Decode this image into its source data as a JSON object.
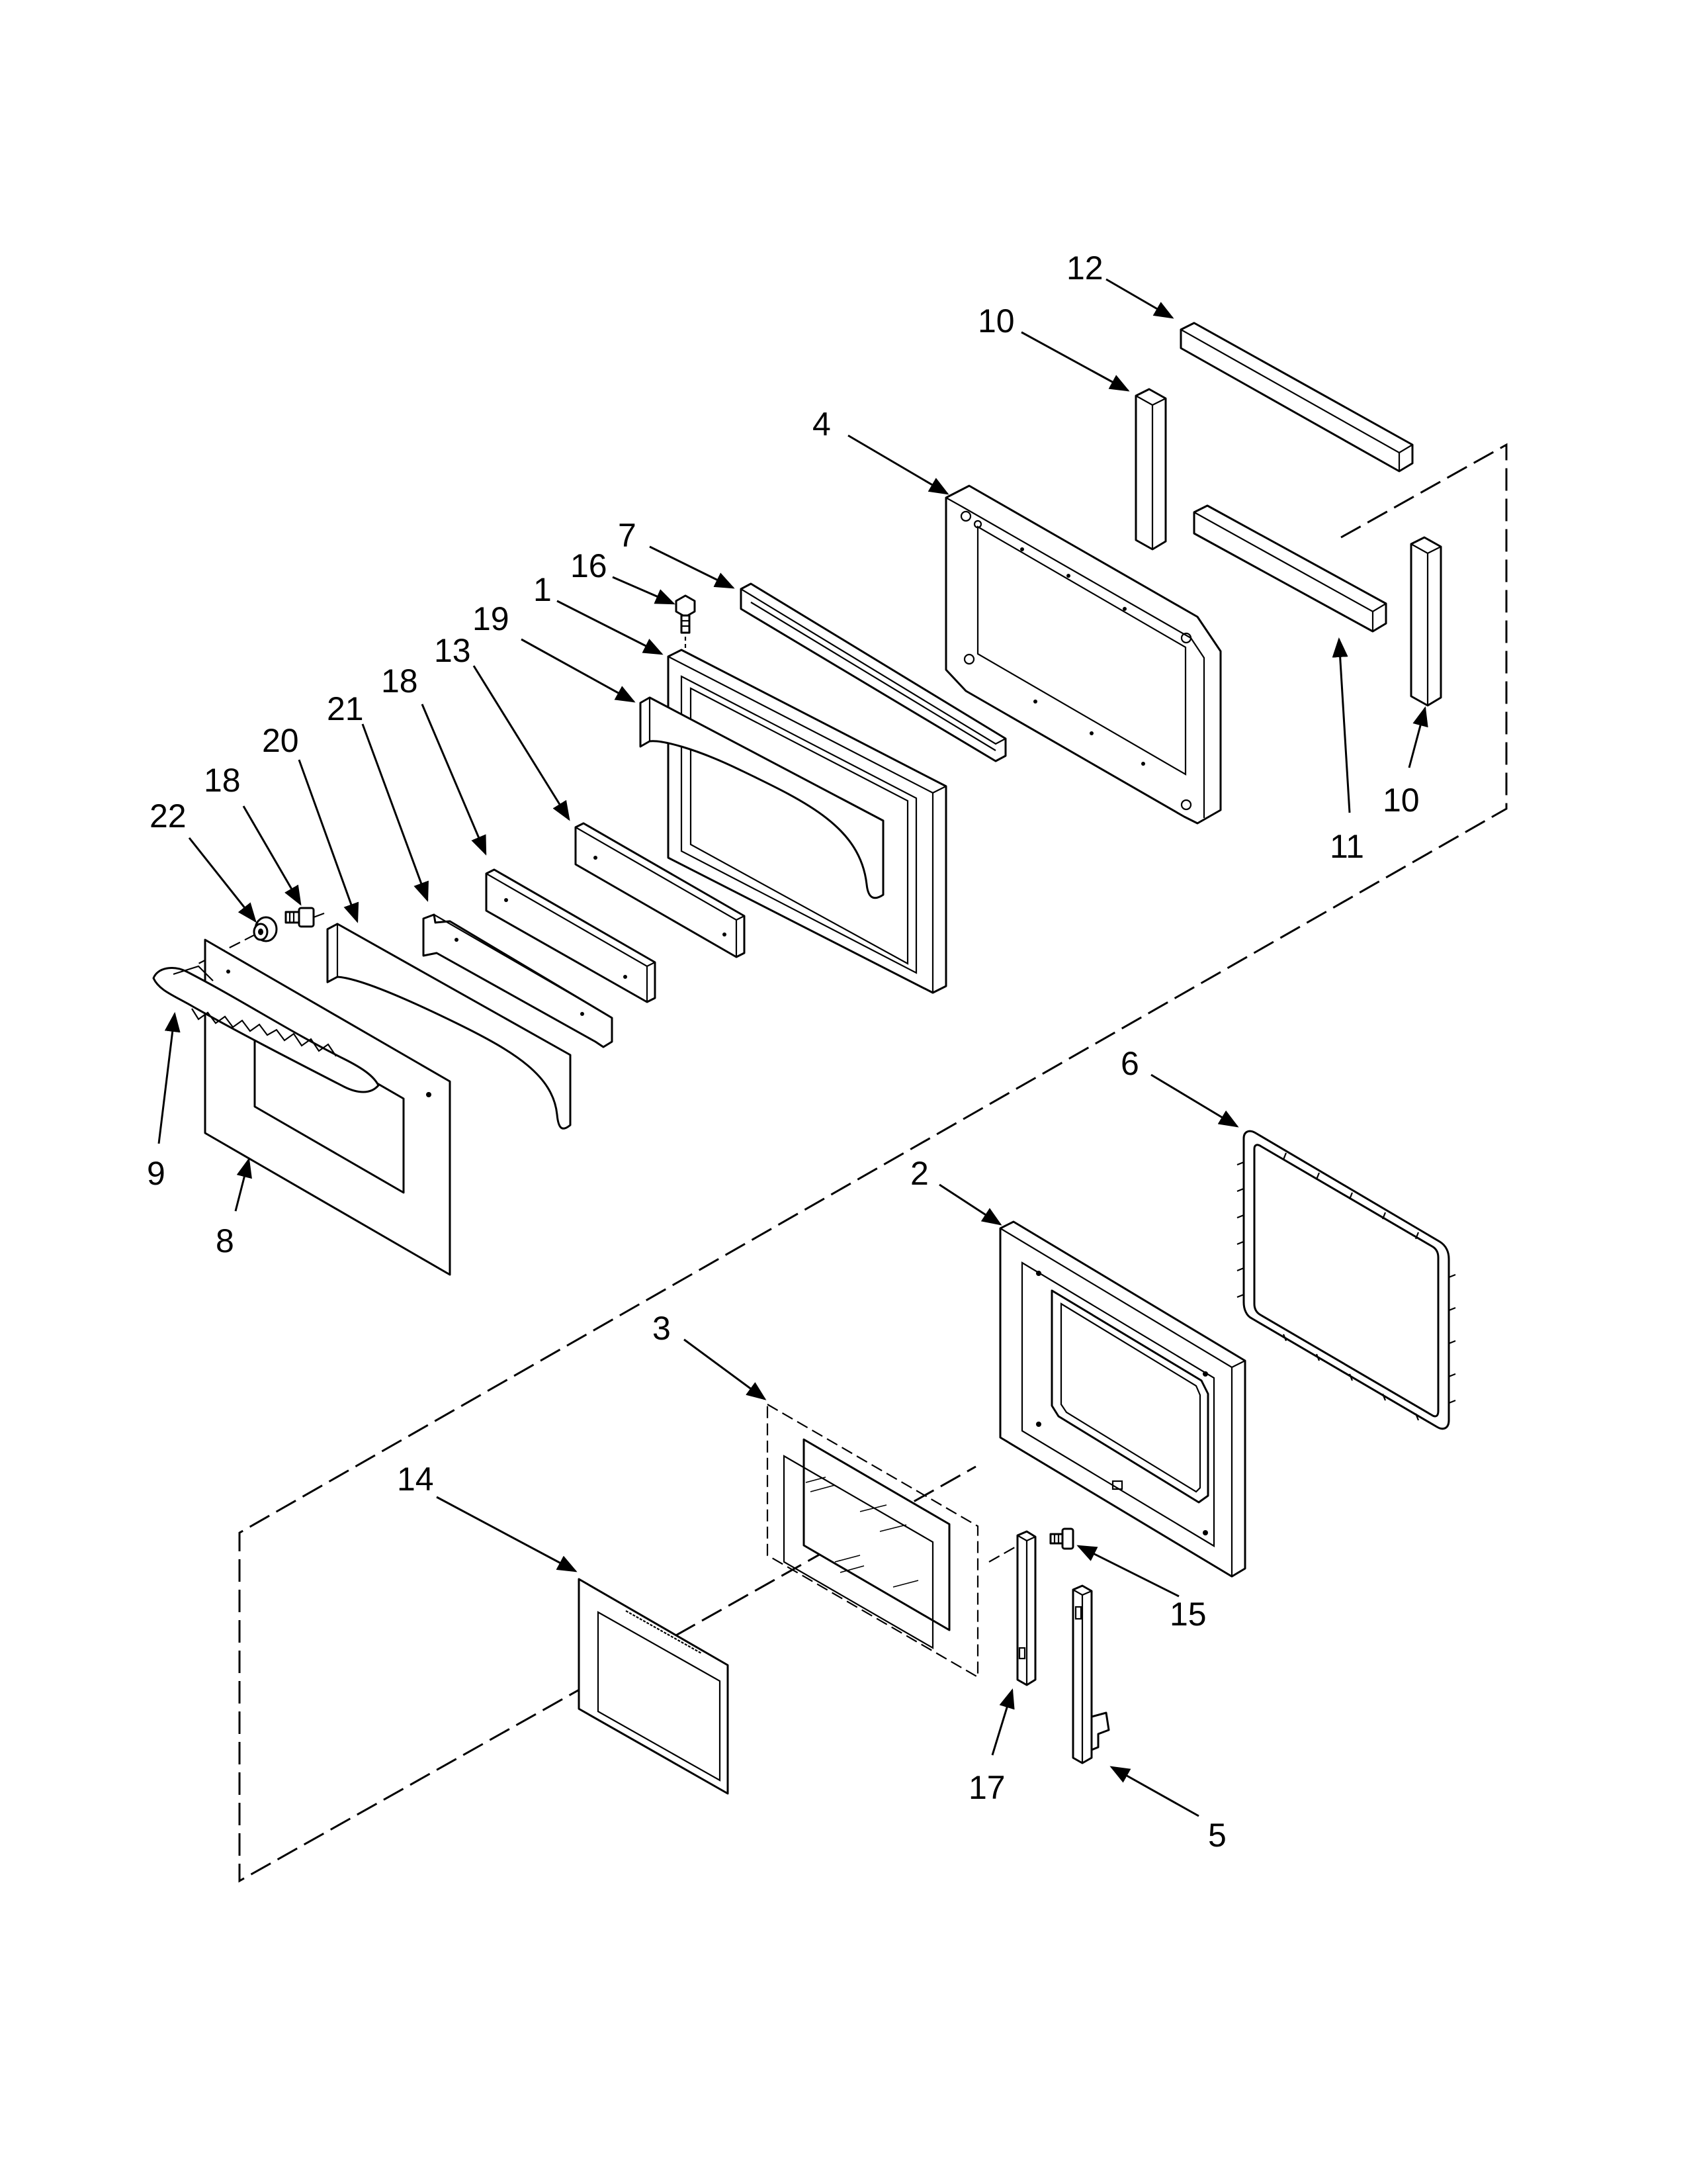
{
  "callouts": [
    {
      "id": "12"
    },
    {
      "id": "10"
    },
    {
      "id": "4"
    },
    {
      "id": "7"
    },
    {
      "id": "16"
    },
    {
      "id": "1"
    },
    {
      "id": "19"
    },
    {
      "id": "13"
    },
    {
      "id": "18"
    },
    {
      "id": "21"
    },
    {
      "id": "20"
    },
    {
      "id": "18"
    },
    {
      "id": "22"
    },
    {
      "id": "9"
    },
    {
      "id": "8"
    },
    {
      "id": "11"
    },
    {
      "id": "10"
    },
    {
      "id": "6"
    },
    {
      "id": "2"
    },
    {
      "id": "3"
    },
    {
      "id": "14"
    },
    {
      "id": "15"
    },
    {
      "id": "17"
    },
    {
      "id": "5"
    }
  ]
}
